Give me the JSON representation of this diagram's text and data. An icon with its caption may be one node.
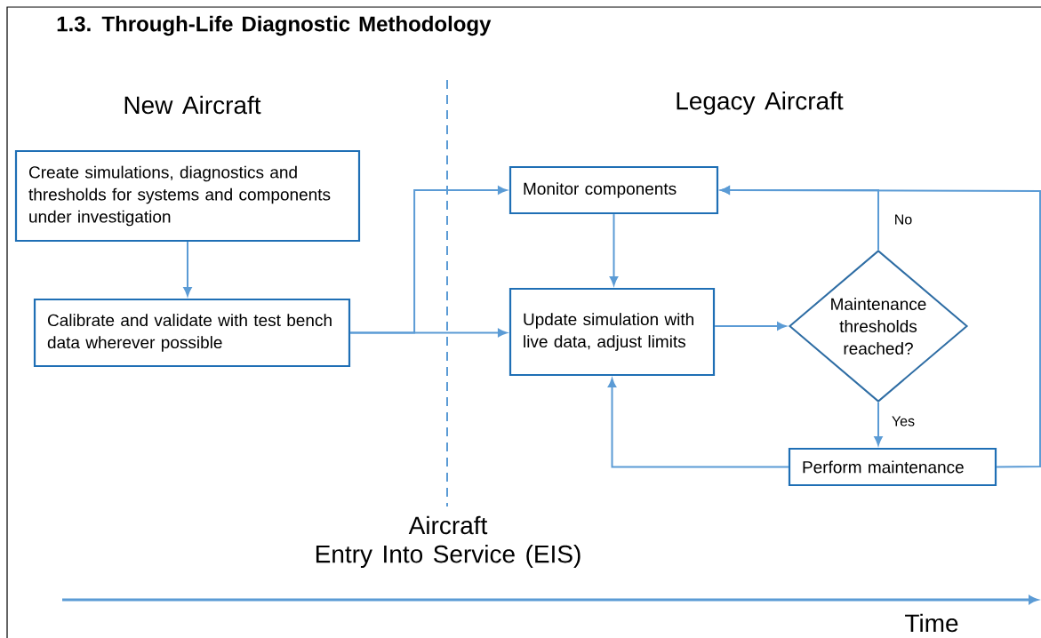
{
  "diagram": {
    "title": "1.3. Through-Life Diagnostic Methodology",
    "nodes": [
      {
        "text": [
          "Create simulations, diagnostics and thresholds for systems and components under investigation"
        ]
      },
      {
        "text": [
          "Calibrate and validate with test bench data wherever possible"
        ]
      },
      {
        "text": [
          "Monitor components"
        ]
      },
      {
        "text": [
          "Update simulation with live data, adjust limits"
        ]
      },
      {
        "text": [
          "Maintenance thresholds reached?"
        ]
      },
      {
        "text": [
          "Perform maintenance"
        ]
      }
    ],
    "edges": [
      {
        "from": 0,
        "to": 1,
        "arrow": "to"
      },
      {
        "from": 1,
        "to": 2,
        "arrow": "to"
      },
      {
        "from": 1,
        "to": 3,
        "arrow": "to"
      },
      {
        "from": 2,
        "to": 3,
        "arrow": "to"
      },
      {
        "from": 3,
        "to": 4,
        "arrow": "to"
      },
      {
        "from": 4,
        "to": 2,
        "arrow": "to",
        "label": "No"
      },
      {
        "from": 4,
        "to": 5,
        "arrow": "to",
        "label": "Yes"
      },
      {
        "from": 5,
        "to": 3,
        "arrow": "to"
      },
      {
        "from": 5,
        "to": 2,
        "arrow": "to"
      }
    ],
    "labels": [
      "New Aircraft",
      "Legacy Aircraft",
      "Aircraft",
      "Entry Into Service (EIS)",
      "Time"
    ]
  }
}
